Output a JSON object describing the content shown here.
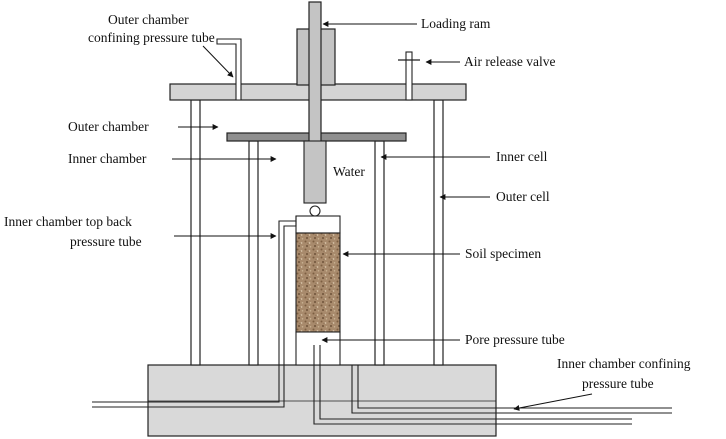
{
  "labels": {
    "outer_chamber_tube_line1": "Outer chamber",
    "outer_chamber_tube_line2": "confining pressure tube",
    "loading_ram": "Loading ram",
    "air_release_valve": "Air release valve",
    "outer_chamber": "Outer chamber",
    "inner_chamber": "Inner chamber",
    "water": "Water",
    "inner_cell": "Inner cell",
    "outer_cell": "Outer cell",
    "inner_top_back_line1": "Inner chamber top back",
    "inner_top_back_line2": "pressure tube",
    "soil_specimen": "Soil specimen",
    "pore_pressure_tube": "Pore pressure tube",
    "inner_confining_line1": "Inner chamber confining",
    "inner_confining_line2": "pressure tube"
  },
  "colors": {
    "plate_fill": "#d4d4d4",
    "ram_fill": "#c4c4c4",
    "base_fill": "#d9d9d9",
    "inner_plate_fill": "#8f8f8f",
    "soil_fill": "#a88a6c",
    "stroke": "#222222"
  }
}
